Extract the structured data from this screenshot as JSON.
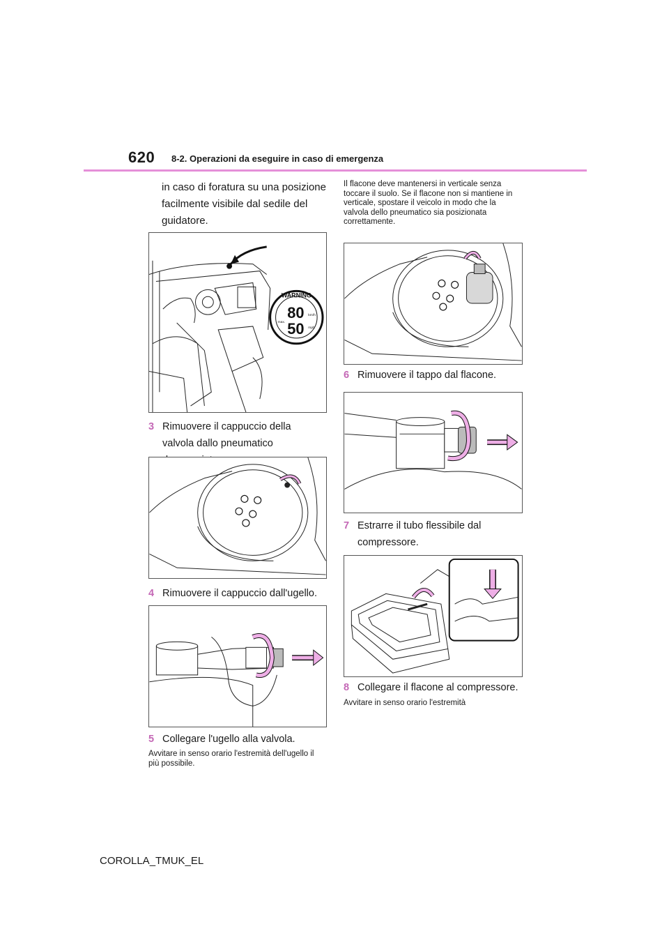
{
  "header": {
    "page_number": "620",
    "section_title": "8-2. Operazioni da eseguire in caso di emergenza"
  },
  "left": {
    "intro": "in caso di foratura su una posizione facilmente visibile dal sedile del guidatore.",
    "sticker": {
      "title": "WARNING",
      "speed1": "80",
      "unit1": "km/h",
      "speed2": "50",
      "unit2": "mph",
      "max": "max."
    },
    "step3": {
      "num": "3",
      "text": "Rimuovere il cappuccio della valvola dallo pneumatico danneggiato."
    },
    "step4": {
      "num": "4",
      "text": "Rimuovere il cappuccio dall'ugello."
    },
    "step5": {
      "num": "5",
      "text": "Collegare l'ugello alla valvola."
    },
    "step5_note": "Avvitare in senso orario l'estremità dell'ugello il più possibile."
  },
  "right": {
    "intro": "Il flacone deve mantenersi in verticale senza toccare il suolo. Se il flacone non si mantiene in verticale, spostare il veicolo in modo che la valvola dello pneumatico sia posizionata correttamente.",
    "step6": {
      "num": "6",
      "text": "Rimuovere il tappo dal flacone."
    },
    "step7": {
      "num": "7",
      "text": "Estrarre il tubo flessibile dal compressore."
    },
    "step8": {
      "num": "8",
      "text": "Collegare il flacone al compressore."
    },
    "step8_note": "Avvitare in senso orario l'estremità"
  },
  "footer": {
    "model_code": "COROLLA_TMUK_EL"
  },
  "colors": {
    "accent": "#e58fd8",
    "arrow": "#eeaee6",
    "step_number": "#c468b6"
  }
}
